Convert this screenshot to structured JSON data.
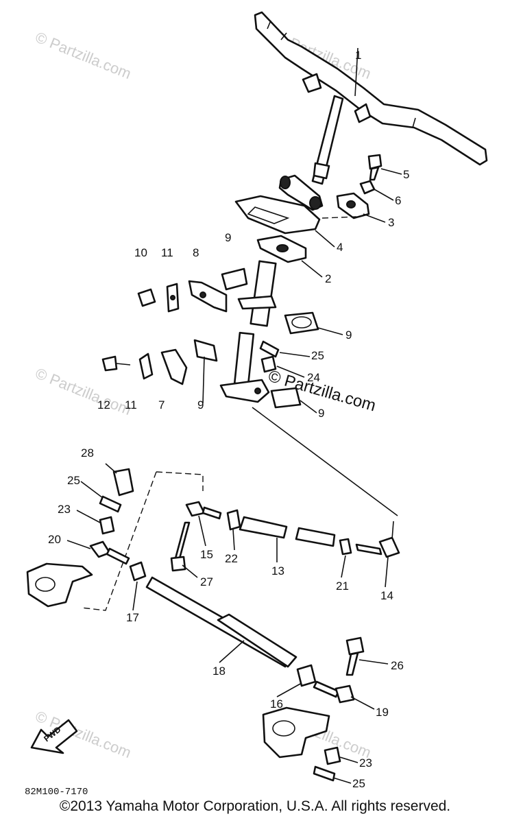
{
  "diagram_code": "82M100-7170",
  "copyright": "©2013 Yamaha Motor Corporation, U.S.A. All rights reserved.",
  "watermark_text": "© Partzilla.com",
  "fwd_label": "FWD",
  "callouts": [
    "1",
    "2",
    "3",
    "4",
    "5",
    "6",
    "7",
    "8",
    "9",
    "9",
    "9",
    "9",
    "10",
    "11",
    "11",
    "12",
    "13",
    "14",
    "15",
    "16",
    "17",
    "18",
    "19",
    "20",
    "21",
    "22",
    "23",
    "23",
    "24",
    "25",
    "25",
    "25",
    "26",
    "27",
    "28"
  ],
  "colors": {
    "ink": "#111111",
    "background": "#ffffff",
    "watermark": "#cccccc"
  }
}
